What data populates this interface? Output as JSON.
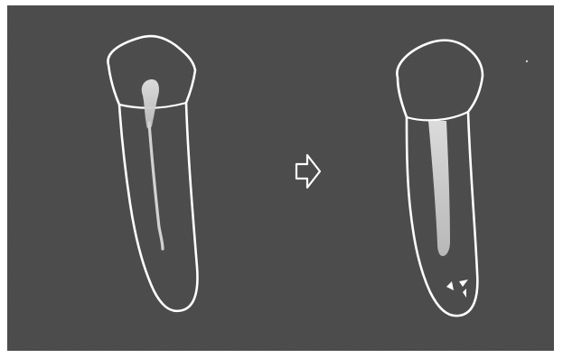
{
  "figure": {
    "panels": [
      {
        "id": "before",
        "description_visible_text": ""
      },
      {
        "id": "after",
        "description_visible_text": ""
      }
    ],
    "arrow_direction": "right",
    "colors": {
      "background": "#4e4e4e",
      "outline": "#ffffff",
      "canal_fill": "#d4d4d4"
    }
  }
}
